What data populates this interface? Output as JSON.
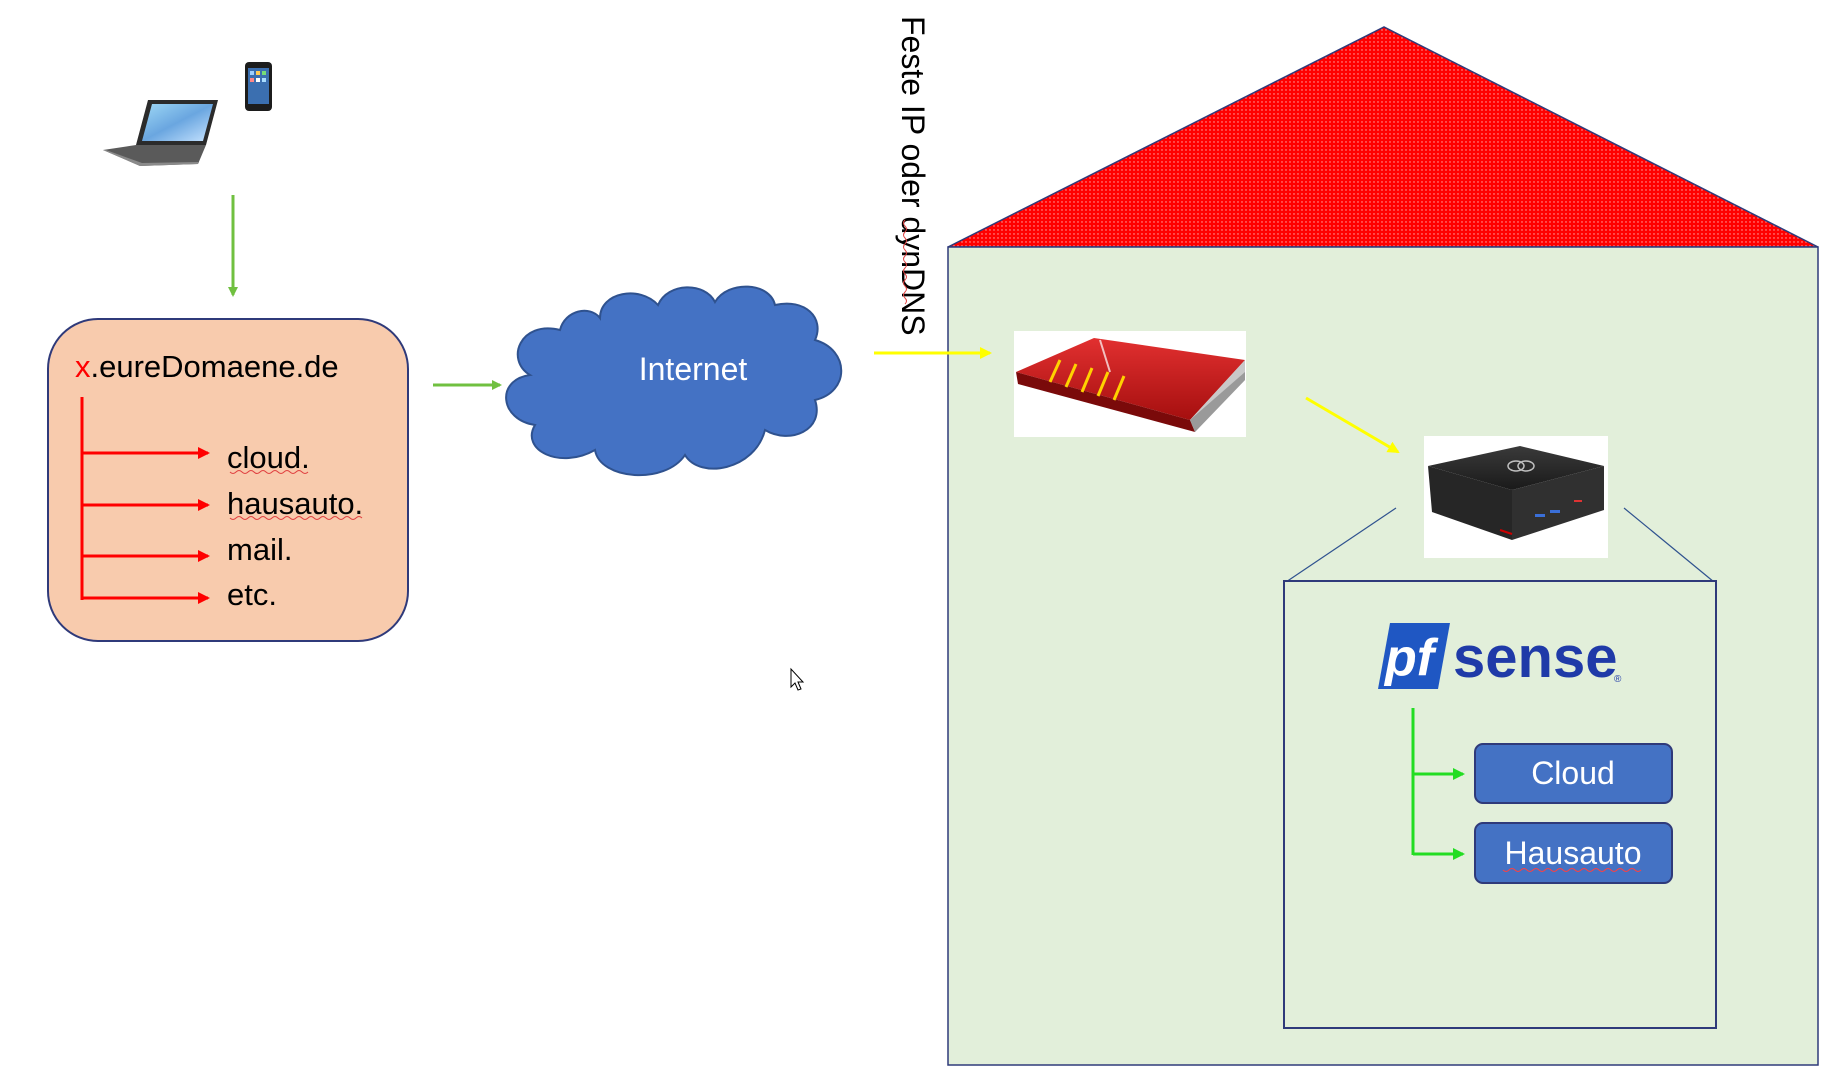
{
  "domain_box": {
    "prefix": "x",
    "suffix": ".eureDomaene.de",
    "subdomains": [
      "cloud.",
      "hausauto.",
      "mail.",
      "etc."
    ]
  },
  "cloud_label": "Internet",
  "connection_label": "Feste IP oder dynDNS",
  "pfsense": {
    "logo_pf": "pf",
    "logo_sense": "sense",
    "logo_mark": "®",
    "services": [
      "Cloud",
      "Hausauto"
    ]
  },
  "icons": {
    "client_laptop": "laptop-icon",
    "client_phone": "smartphone-icon",
    "router": "router-icon",
    "firewall_box": "mini-pc-icon",
    "cursor": "mouse-cursor-icon"
  },
  "colors": {
    "domain_fill": "#f8cbad",
    "domain_stroke": "#2f3a7a",
    "cloud_fill": "#4472c4",
    "house_fill": "#e2efda",
    "roof_fill": "#ff0000",
    "service_fill": "#4472c4",
    "arrow_green": "#70c040",
    "arrow_yellow": "#ffff00",
    "arrow_red": "#ff0000",
    "arrow_bright_green": "#22dd22"
  }
}
